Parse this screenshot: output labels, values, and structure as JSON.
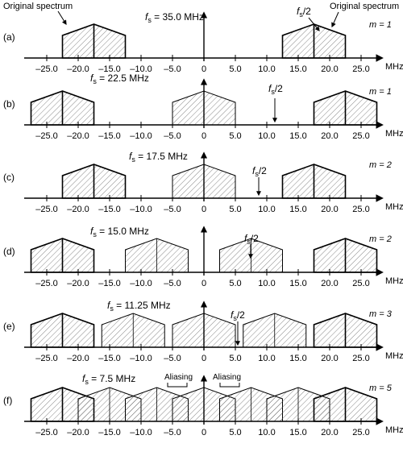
{
  "x_unit": "MHz",
  "tick_labels": [
    "–25.0",
    "–20.0",
    "–15.0",
    "–10.0",
    "–5.0",
    "0",
    "5.0",
    "10.0",
    "15.0",
    "20.0",
    "25.0"
  ],
  "panels": [
    {
      "id": "a",
      "label": "(a)",
      "fs_text": "= 35.0 MHz",
      "m_text": "m = 1",
      "fs2": true,
      "annotations": [
        "Original spectrum",
        "Original spectrum"
      ],
      "spectra": [
        {
          "center": -17.5,
          "halfwidth": 5,
          "original": true
        },
        {
          "center": 17.5,
          "halfwidth": 5,
          "original": true
        }
      ]
    },
    {
      "id": "b",
      "label": "(b)",
      "fs_text": "= 22.5 MHz",
      "m_text": "m = 1",
      "fs2": true,
      "annotations": [],
      "spectra": [
        {
          "center": -22.5,
          "halfwidth": 5,
          "original": true
        },
        {
          "center": 0,
          "halfwidth": 5,
          "original": false
        },
        {
          "center": 22.5,
          "halfwidth": 5,
          "original": true
        }
      ]
    },
    {
      "id": "c",
      "label": "(c)",
      "fs_text": "= 17.5 MHz",
      "m_text": "m = 2",
      "fs2": true,
      "annotations": [],
      "spectra": [
        {
          "center": -17.5,
          "halfwidth": 5,
          "original": true
        },
        {
          "center": 0,
          "halfwidth": 5,
          "original": false
        },
        {
          "center": 17.5,
          "halfwidth": 5,
          "original": true
        }
      ]
    },
    {
      "id": "d",
      "label": "(d)",
      "fs_text": "= 15.0 MHz",
      "m_text": "m = 2",
      "fs2": true,
      "annotations": [],
      "spectra": [
        {
          "center": -22.5,
          "halfwidth": 5,
          "original": true
        },
        {
          "center": -7.5,
          "halfwidth": 5,
          "original": false
        },
        {
          "center": 7.5,
          "halfwidth": 5,
          "original": false
        },
        {
          "center": 22.5,
          "halfwidth": 5,
          "original": true
        }
      ]
    },
    {
      "id": "e",
      "label": "(e)",
      "fs_text": "= 11.25 MHz",
      "m_text": "m = 3",
      "fs2": true,
      "annotations": [],
      "spectra": [
        {
          "center": -22.5,
          "halfwidth": 5,
          "original": true
        },
        {
          "center": -11.25,
          "halfwidth": 5,
          "original": false
        },
        {
          "center": 0,
          "halfwidth": 5,
          "original": false
        },
        {
          "center": 11.25,
          "halfwidth": 5,
          "original": false
        },
        {
          "center": 22.5,
          "halfwidth": 5,
          "original": true
        }
      ]
    },
    {
      "id": "f",
      "label": "(f)",
      "fs_text": "= 7.5 MHz",
      "m_text": "m = 5",
      "fs2": false,
      "annotations": [
        "Aliasing",
        "Aliasing"
      ],
      "spectra": [
        {
          "center": -22.5,
          "halfwidth": 5,
          "original": true
        },
        {
          "center": -15,
          "halfwidth": 5,
          "original": false
        },
        {
          "center": -7.5,
          "halfwidth": 5,
          "original": false
        },
        {
          "center": 0,
          "halfwidth": 5,
          "original": false
        },
        {
          "center": 7.5,
          "halfwidth": 5,
          "original": false
        },
        {
          "center": 15,
          "halfwidth": 5,
          "original": false
        },
        {
          "center": 22.5,
          "halfwidth": 5,
          "original": true
        }
      ]
    }
  ],
  "fs_symbol": "f",
  "fs_sub": "s",
  "fs2_text": "/2"
}
